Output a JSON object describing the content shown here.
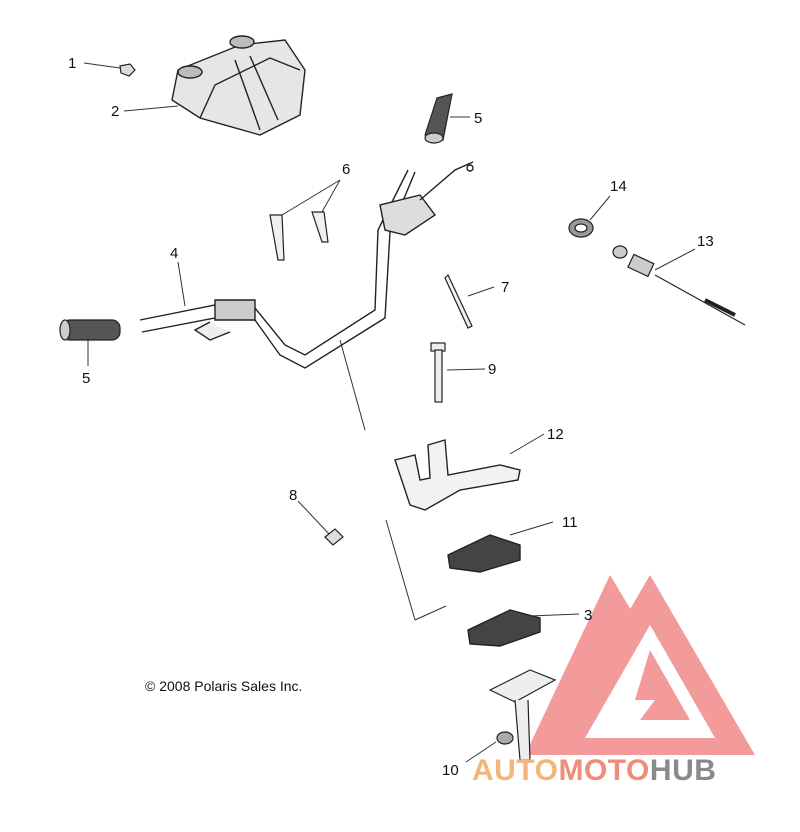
{
  "copyright": "© 2008  Polaris Sales Inc.",
  "callouts": [
    "1",
    "2",
    "5",
    "6",
    "14",
    "13",
    "4",
    "7",
    "5",
    "9",
    "12",
    "8",
    "11",
    "3",
    "10"
  ],
  "watermark": {
    "part_a": "AUTO",
    "part_b": "MOTO",
    "part_c": "HUB"
  },
  "colors": {
    "watermark_red": "#f07a7a",
    "watermark_orange": "#f3b67a",
    "watermark_gray": "#8a8a8a",
    "line": "#333333"
  }
}
